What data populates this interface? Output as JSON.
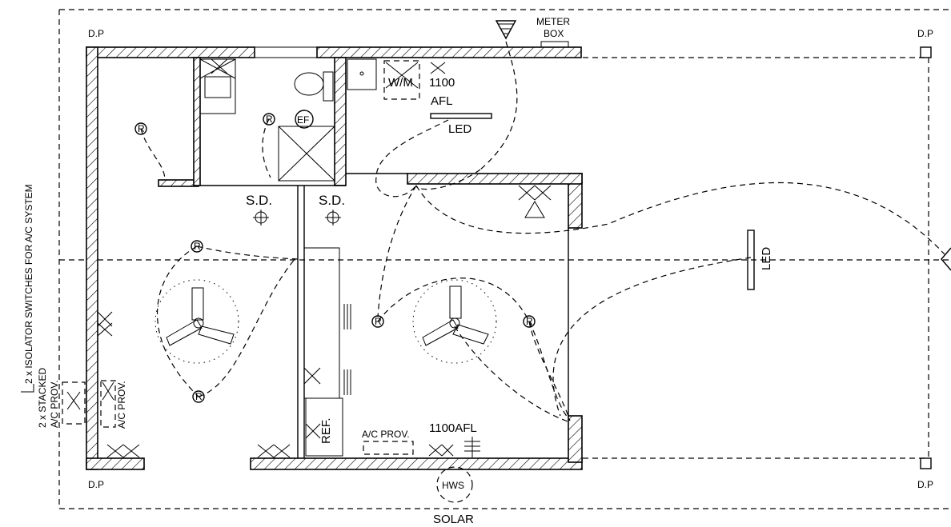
{
  "labels": {
    "meter_box_line1": "METER",
    "meter_box_line2": "BOX",
    "dp": "D.P",
    "wm": "W/M",
    "afl_1100": "1100",
    "afl": "AFL",
    "led": "LED",
    "ef": "EF",
    "sd": "S.D.",
    "ac_prov": "A/C PROV.",
    "afl_1100_combined": "1100AFL",
    "ref": "REF.",
    "hws": "HWS",
    "solar": "SOLAR",
    "isolator_switches": "2 x ISOLATOR SWITCHES FOR A/C SYSTEM",
    "stacked_line1": "2 x STACKED",
    "stacked_line2": "A/C PROV.",
    "ceiling_point": "R"
  }
}
